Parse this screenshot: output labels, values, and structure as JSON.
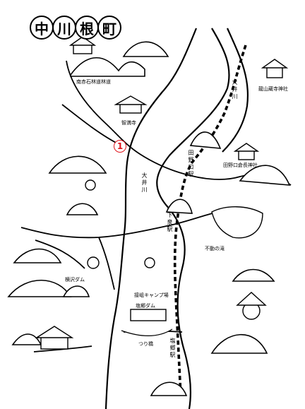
{
  "title": {
    "chars": [
      "中",
      "川",
      "根",
      "町"
    ]
  },
  "route_marker": {
    "number": "1",
    "color": "#e0141c"
  },
  "labels": {
    "sekikan": "南赤石林道林道",
    "chikyoji": "智満寺",
    "hozawa_jinja": "龍山蔵寺神社",
    "tanoyama_jinja": "田野口倉長神社",
    "fudo_taki": "不動の滝",
    "dam_north": "横沢ダム",
    "camp": "接岨キャンプ場",
    "dam_south": "塩郷ダム",
    "tsuribashi": "つり橋",
    "rail_top": "大井川",
    "river_upper": "大井川",
    "station_ieyama": "田野口駅",
    "station_shimo": "下泉駅",
    "station_bottom": "塩郷駅"
  }
}
